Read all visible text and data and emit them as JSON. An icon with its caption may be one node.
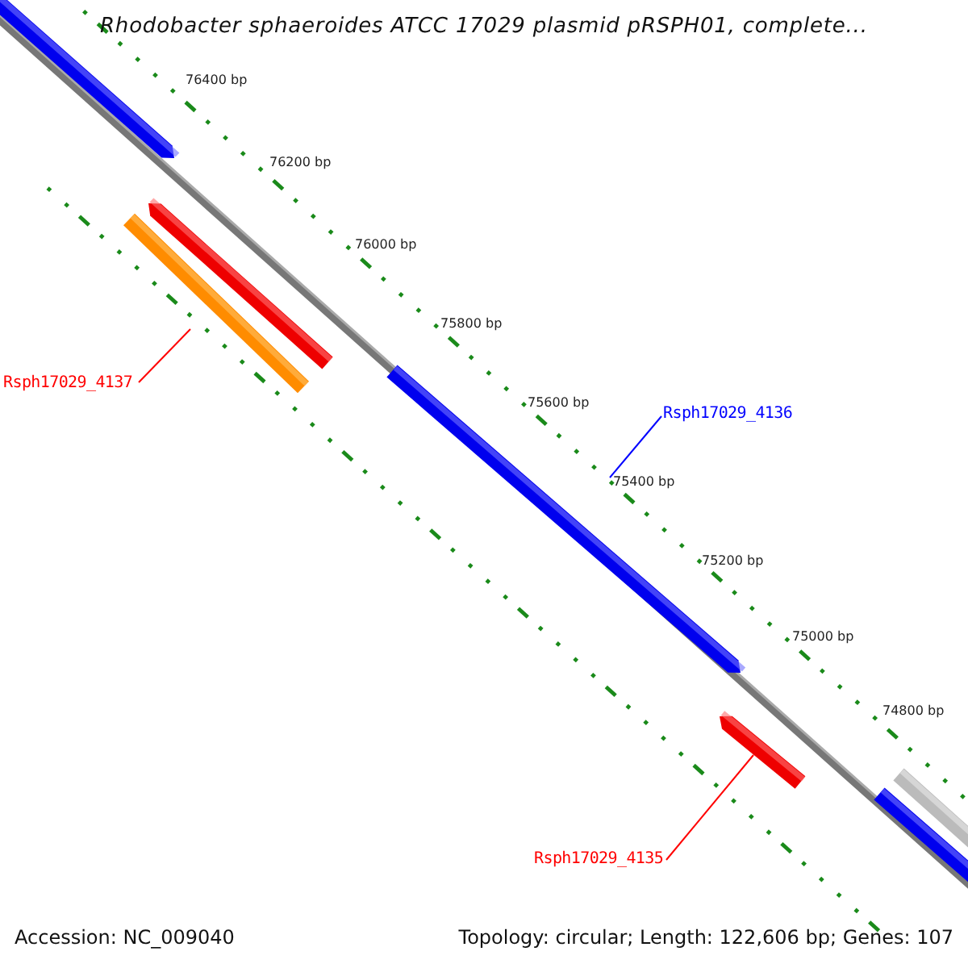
{
  "diagram": {
    "title": "Rhodobacter sphaeroides ATCC 17029 plasmid pRSPH01, complete...",
    "nodes": [
      {
        "text": [
          "Rsph17029_4137"
        ]
      },
      {
        "text": [],
        "shape": "bar"
      },
      {
        "text": [
          "Rsph17029_4136"
        ]
      },
      {
        "text": [],
        "shape": "bar"
      },
      {
        "text": [
          "Rsph17029_4135"
        ]
      },
      {
        "text": [],
        "shape": "bar"
      }
    ],
    "edges": [
      {
        "from": 0,
        "to": 1,
        "arrow": "none"
      },
      {
        "from": 2,
        "to": 3,
        "arrow": "none",
        "color": "#0000ff"
      },
      {
        "from": 4,
        "to": 5,
        "arrow": "none"
      }
    ],
    "labels": [
      "76400 bp",
      "76200 bp",
      "76000 bp",
      "75800 bp",
      "75600 bp",
      "75400 bp",
      "75200 bp",
      "75000 bp",
      "74800 bp",
      "Accession: NC_009040",
      "Topology: circular; Length: 122,606 bp; Genes: 107"
    ]
  }
}
